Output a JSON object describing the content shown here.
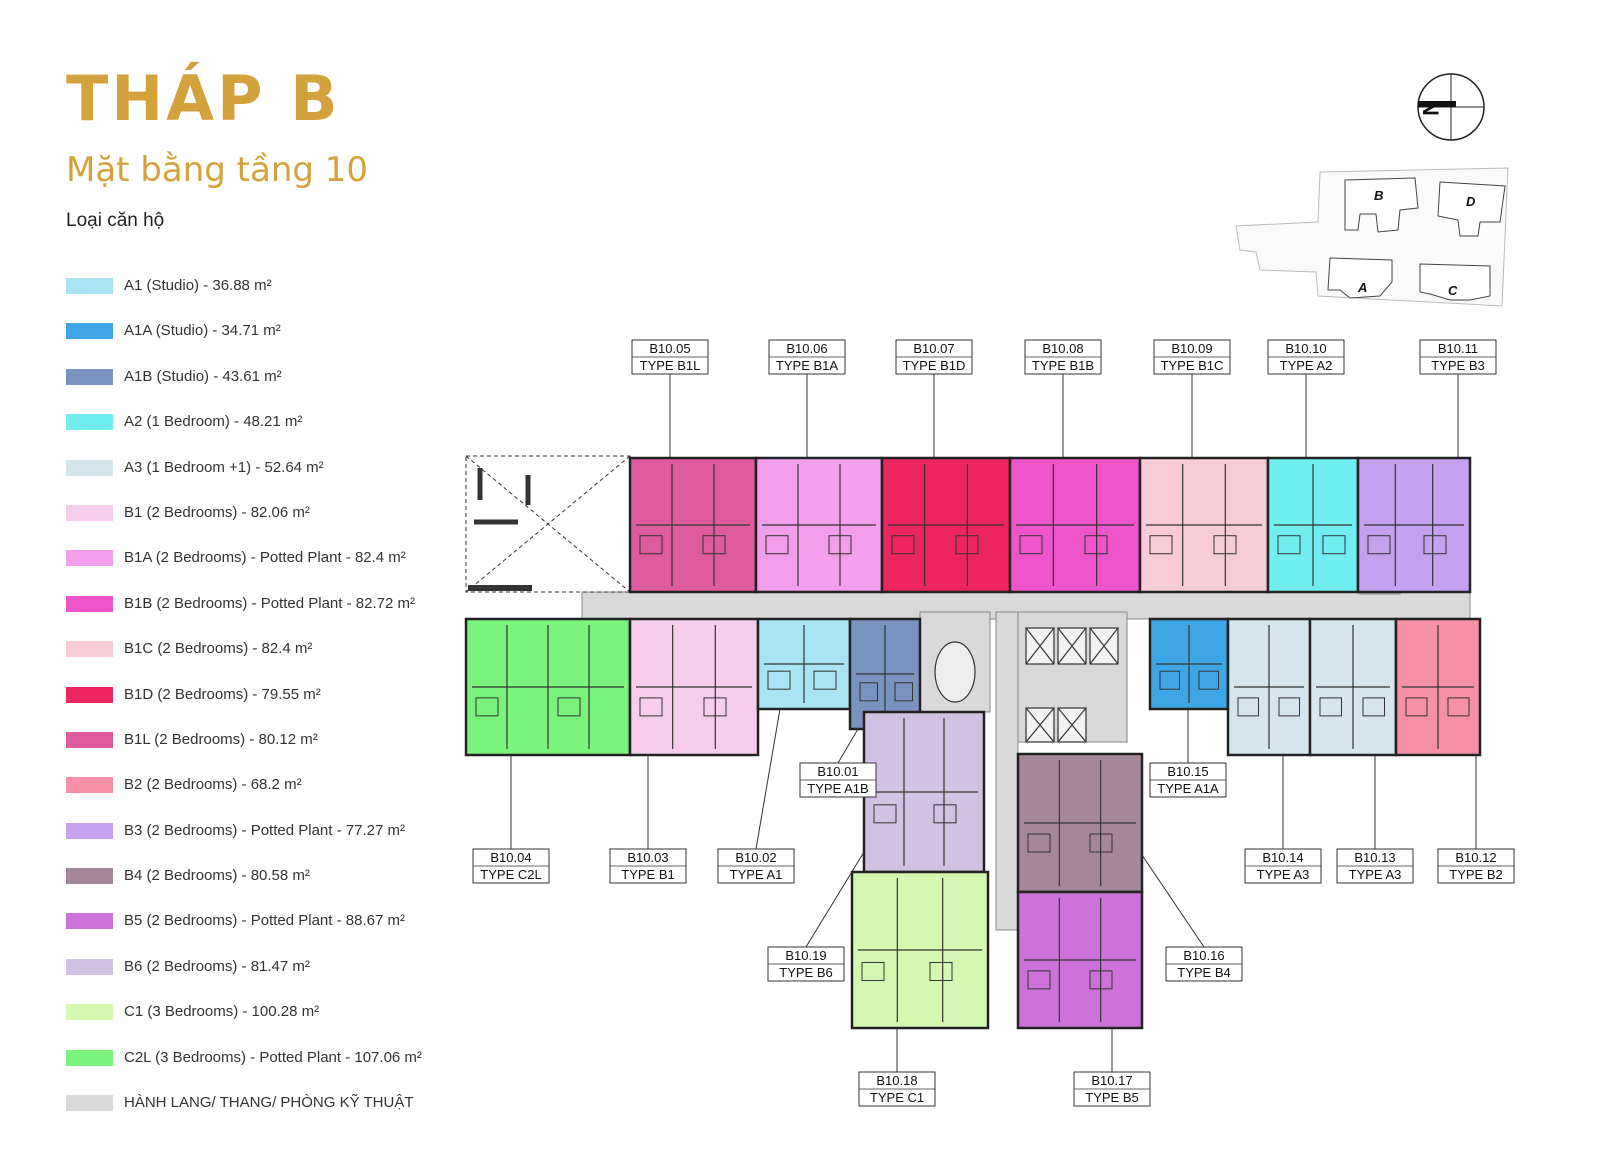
{
  "header": {
    "title": "THÁP B",
    "subtitle": "Mặt bằng tầng 10",
    "legend_title": "Loại căn hộ"
  },
  "compass_label": "N",
  "site_tower_labels": [
    "B",
    "D",
    "A",
    "C"
  ],
  "legend": [
    {
      "label": "A1 (Studio) - 36.88 m²",
      "color": "#A9E3F4"
    },
    {
      "label": "A1A (Studio) - 34.71 m²",
      "color": "#3FA6E6"
    },
    {
      "label": "A1B (Studio) - 43.61 m²",
      "color": "#7A92BE"
    },
    {
      "label": "A2 (1 Bedroom) - 48.21 m²",
      "color": "#6FEDEF"
    },
    {
      "label": "A3 (1 Bedroom +1) - 52.64 m²",
      "color": "#D5E7EC"
    },
    {
      "label": "B1 (2 Bedrooms) - 82.06 m²",
      "color": "#F6CDEC"
    },
    {
      "label": "B1A (2 Bedrooms) - Potted Plant - 82.4 m²",
      "color": "#F39EEA"
    },
    {
      "label": "B1B (2 Bedrooms) - Potted Plant - 82.72 m²",
      "color": "#EE55CB"
    },
    {
      "label": "B1C (2 Bedrooms) - 82.4 m²",
      "color": "#F8CCD6"
    },
    {
      "label": "B1D (2 Bedrooms) - 79.55 m²",
      "color": "#EC2460"
    },
    {
      "label": "B1L (2 Bedrooms) - 80.12 m²",
      "color": "#DE5B9F"
    },
    {
      "label": "B2 (2 Bedrooms) - 68.2 m²",
      "color": "#F590A6"
    },
    {
      "label": "B3 (2 Bedrooms) - Potted Plant - 77.27 m²",
      "color": "#C4A0EE"
    },
    {
      "label": "B4 (2 Bedrooms) - 80.58 m²",
      "color": "#A6879A"
    },
    {
      "label": "B5 (2 Bedrooms) - Potted Plant - 88.67 m²",
      "color": "#CC72D9"
    },
    {
      "label": "B6 (2 Bedrooms) - 81.47 m²",
      "color": "#D1C1E2"
    },
    {
      "label": "C1 (3 Bedrooms) - 100.28 m²",
      "color": "#D4F7B2"
    },
    {
      "label": "C2L (3 Bedrooms) - Potted Plant - 107.06 m²",
      "color": "#7AF37C"
    },
    {
      "label": "HÀNH LANG/ THANG/ PHÒNG KỸ THUẬT",
      "color": "#D9D9D9"
    }
  ],
  "units": [
    {
      "id": "B10.05",
      "type": "TYPE B1L",
      "color": "#DE5B9F"
    },
    {
      "id": "B10.06",
      "type": "TYPE B1A",
      "color": "#F39EEA"
    },
    {
      "id": "B10.07",
      "type": "TYPE B1D",
      "color": "#EC2460"
    },
    {
      "id": "B10.08",
      "type": "TYPE B1B",
      "color": "#EE55CB"
    },
    {
      "id": "B10.09",
      "type": "TYPE B1C",
      "color": "#F8CCD6"
    },
    {
      "id": "B10.10",
      "type": "TYPE A2",
      "color": "#6FEDEF"
    },
    {
      "id": "B10.11",
      "type": "TYPE B3",
      "color": "#C4A0EE"
    },
    {
      "id": "B10.04",
      "type": "TYPE C2L",
      "color": "#7AF37C"
    },
    {
      "id": "B10.03",
      "type": "TYPE B1",
      "color": "#F6CDEC"
    },
    {
      "id": "B10.02",
      "type": "TYPE A1",
      "color": "#A9E3F4"
    },
    {
      "id": "B10.01",
      "type": "TYPE A1B",
      "color": "#7A92BE"
    },
    {
      "id": "B10.15",
      "type": "TYPE A1A",
      "color": "#3FA6E6"
    },
    {
      "id": "B10.14",
      "type": "TYPE A3",
      "color": "#D5E7EC"
    },
    {
      "id": "B10.13",
      "type": "TYPE A3",
      "color": "#D5E7EC"
    },
    {
      "id": "B10.12",
      "type": "TYPE B2",
      "color": "#F590A6"
    },
    {
      "id": "B10.19",
      "type": "TYPE B6",
      "color": "#D1C1E2"
    },
    {
      "id": "B10.18",
      "type": "TYPE C1",
      "color": "#D4F7B2"
    },
    {
      "id": "B10.16",
      "type": "TYPE B4",
      "color": "#A6879A"
    },
    {
      "id": "B10.17",
      "type": "TYPE B5",
      "color": "#CC72D9"
    }
  ],
  "colors": {
    "title": "#D4A23C",
    "corridor": "#D9D9D9",
    "outline": "#222222"
  }
}
